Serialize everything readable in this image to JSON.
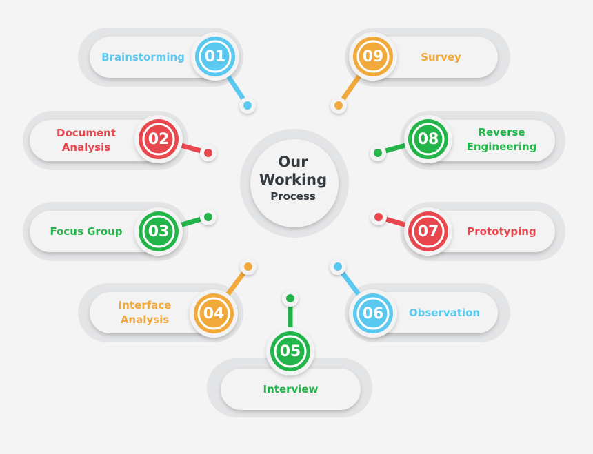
{
  "center": {
    "line1": "Our",
    "line2": "Working",
    "line3": "Process"
  },
  "steps": [
    {
      "number": "01",
      "label": "Brainstorming",
      "color": "#5bc8f0"
    },
    {
      "number": "02",
      "label": "Document\nAnalysis",
      "color": "#e8474d"
    },
    {
      "number": "03",
      "label": "Focus Group",
      "color": "#23b54a"
    },
    {
      "number": "04",
      "label": "Interface\nAnalysis",
      "color": "#f0a93a"
    },
    {
      "number": "05",
      "label": "Interview",
      "color": "#23b54a"
    },
    {
      "number": "06",
      "label": "Observation",
      "color": "#5bc8f0"
    },
    {
      "number": "07",
      "label": "Prototyping",
      "color": "#e8474d"
    },
    {
      "number": "08",
      "label": "Reverse\nEngineering",
      "color": "#23b54a"
    },
    {
      "number": "09",
      "label": "Survey",
      "color": "#f0a93a"
    }
  ]
}
